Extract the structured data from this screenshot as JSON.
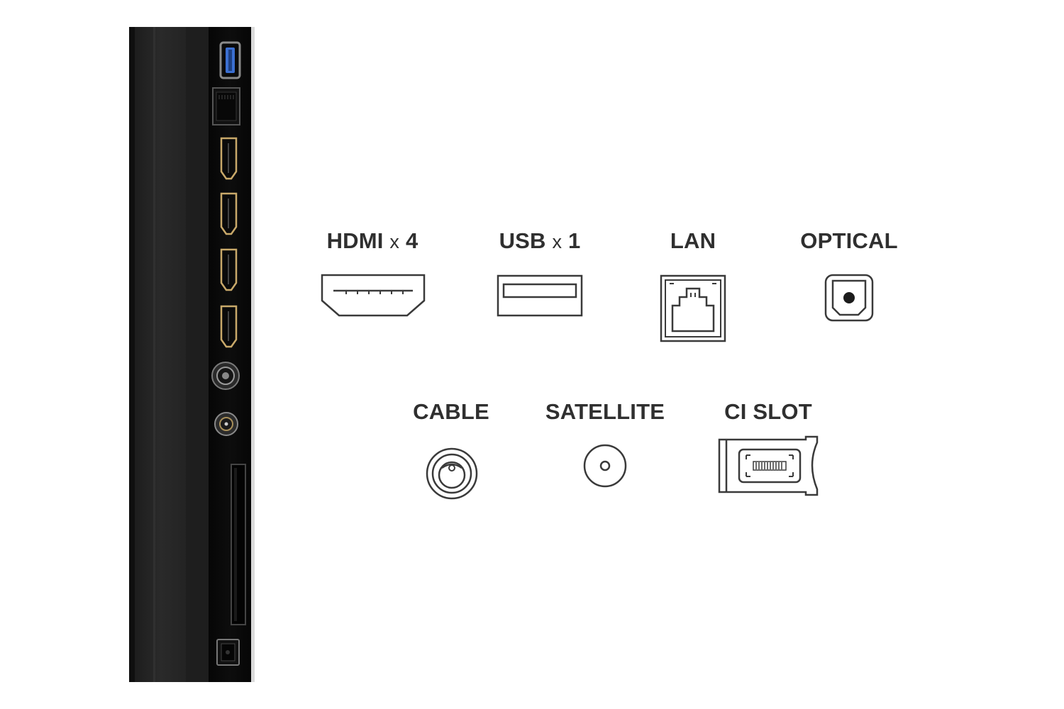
{
  "ports": [
    {
      "id": "hdmi",
      "name": "HDMI",
      "multiplier": "x",
      "count": "4",
      "icon": "hdmi-port-icon"
    },
    {
      "id": "usb",
      "name": "USB",
      "multiplier": "x",
      "count": "1",
      "icon": "usb-port-icon"
    },
    {
      "id": "lan",
      "name": "LAN",
      "multiplier": "",
      "count": "",
      "icon": "lan-port-icon"
    },
    {
      "id": "optical",
      "name": "OPTICAL",
      "multiplier": "",
      "count": "",
      "icon": "optical-port-icon"
    },
    {
      "id": "cable",
      "name": "CABLE",
      "multiplier": "",
      "count": "",
      "icon": "cable-port-icon"
    },
    {
      "id": "satellite",
      "name": "SATELLITE",
      "multiplier": "",
      "count": "",
      "icon": "satellite-port-icon"
    },
    {
      "id": "ci_slot",
      "name": "CI SLOT",
      "multiplier": "",
      "count": "",
      "icon": "ci-slot-icon"
    }
  ],
  "colors": {
    "background": "#ffffff",
    "tv_body": "#1c1c1c",
    "tv_panel": "#0c0c0c",
    "label_text": "#2f2f2f",
    "icon_stroke": "#3a3a3a",
    "usb_accent": "#3b6fd1"
  }
}
